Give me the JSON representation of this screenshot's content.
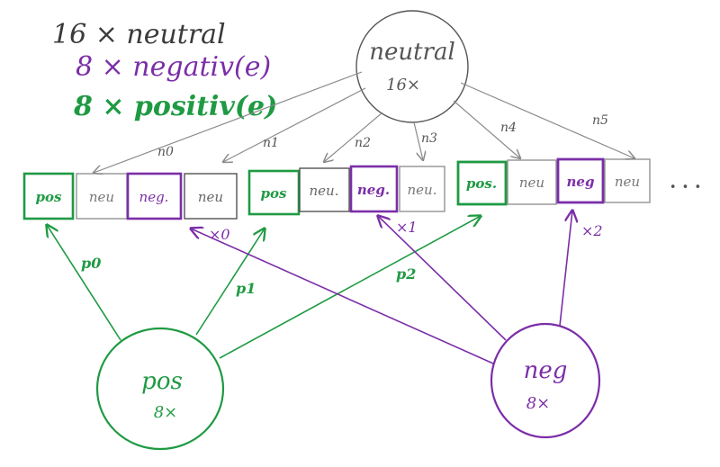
{
  "colors": {
    "ink": "#3a3a3a",
    "green": "#1f9a43",
    "purple": "#7b2ea8",
    "gray": "#8a8a8a"
  },
  "legend": [
    {
      "text": "16 × neutral",
      "color": "ink"
    },
    {
      "text": "8 × negativ(e)",
      "color": "purple"
    },
    {
      "text": "8 × positiv(e)",
      "color": "green"
    }
  ],
  "nodes": {
    "neutral": {
      "label": "neutral",
      "count": "16×"
    },
    "pos": {
      "label": "pos",
      "count": "8×"
    },
    "neg": {
      "label": "neg",
      "count": "8×"
    }
  },
  "groups": [
    {
      "cells": [
        "pos",
        "neu",
        "neg.",
        "neu"
      ]
    },
    {
      "cells": [
        "pos",
        "neu.",
        "neg.",
        "neu."
      ]
    },
    {
      "cells": [
        "pos.",
        "neu",
        "neg",
        "neu"
      ]
    }
  ],
  "ellipsis": "• • •",
  "edge_labels": {
    "neutral": [
      "n0",
      "n1",
      "n2",
      "n3",
      "n4",
      "n5"
    ],
    "pos": [
      "p0",
      "p1",
      "p2"
    ],
    "neg": [
      "×0",
      "×1",
      "×2"
    ]
  }
}
